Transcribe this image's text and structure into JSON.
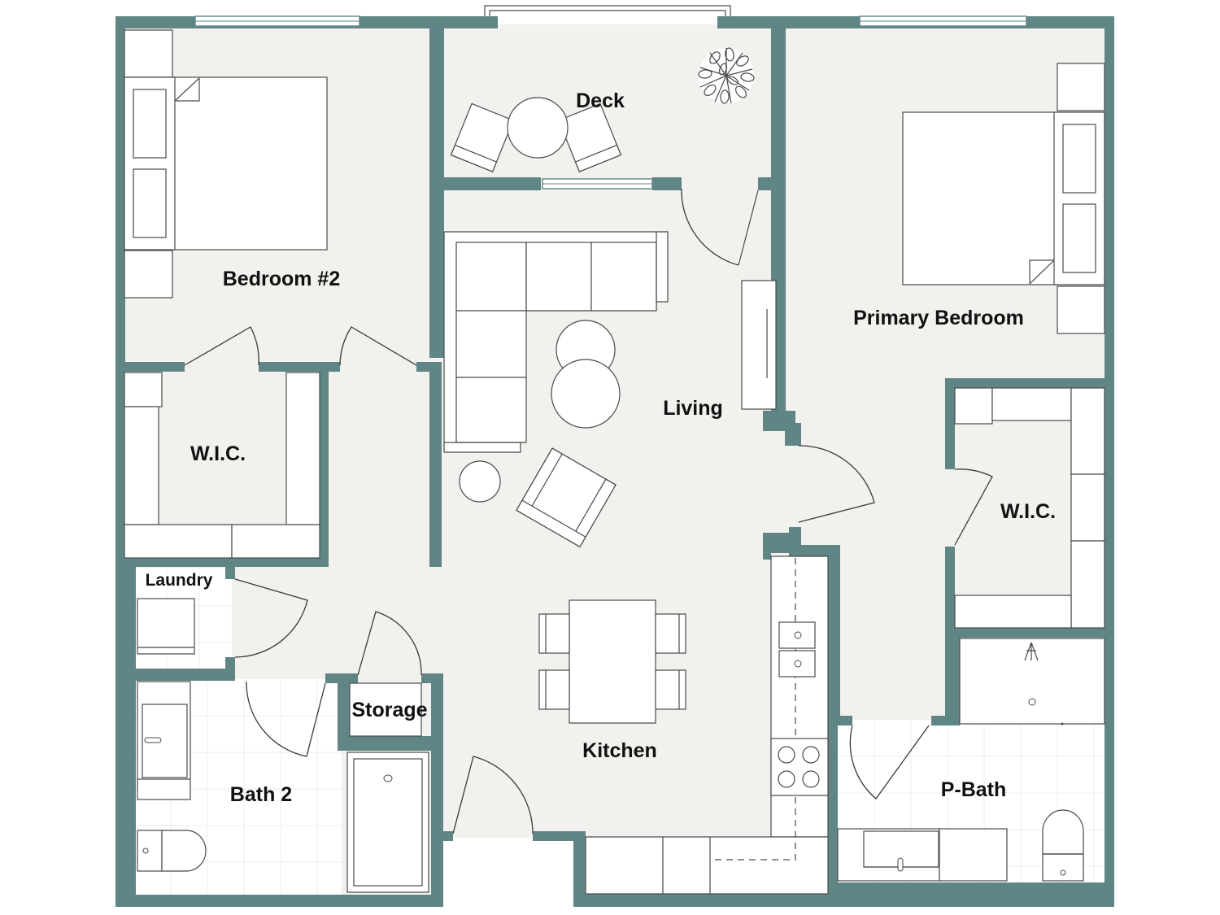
{
  "rooms": {
    "deck": "Deck",
    "bedroom2": "Bedroom #2",
    "primary_bedroom": "Primary Bedroom",
    "living": "Living",
    "wic_left": "W.I.C.",
    "wic_right": "W.I.C.",
    "laundry": "Laundry",
    "storage": "Storage",
    "bath2": "Bath 2",
    "kitchen": "Kitchen",
    "pbath": "P-Bath"
  },
  "colors": {
    "wall": "#5f8585",
    "floor": "#f3f1ed",
    "tile": "#ffffff",
    "outline": "#4a4a4a"
  },
  "icons": [
    "bed",
    "sofa",
    "armchair",
    "plant",
    "toilet",
    "bathtub",
    "sink",
    "stove",
    "washer",
    "door-swing",
    "window"
  ]
}
